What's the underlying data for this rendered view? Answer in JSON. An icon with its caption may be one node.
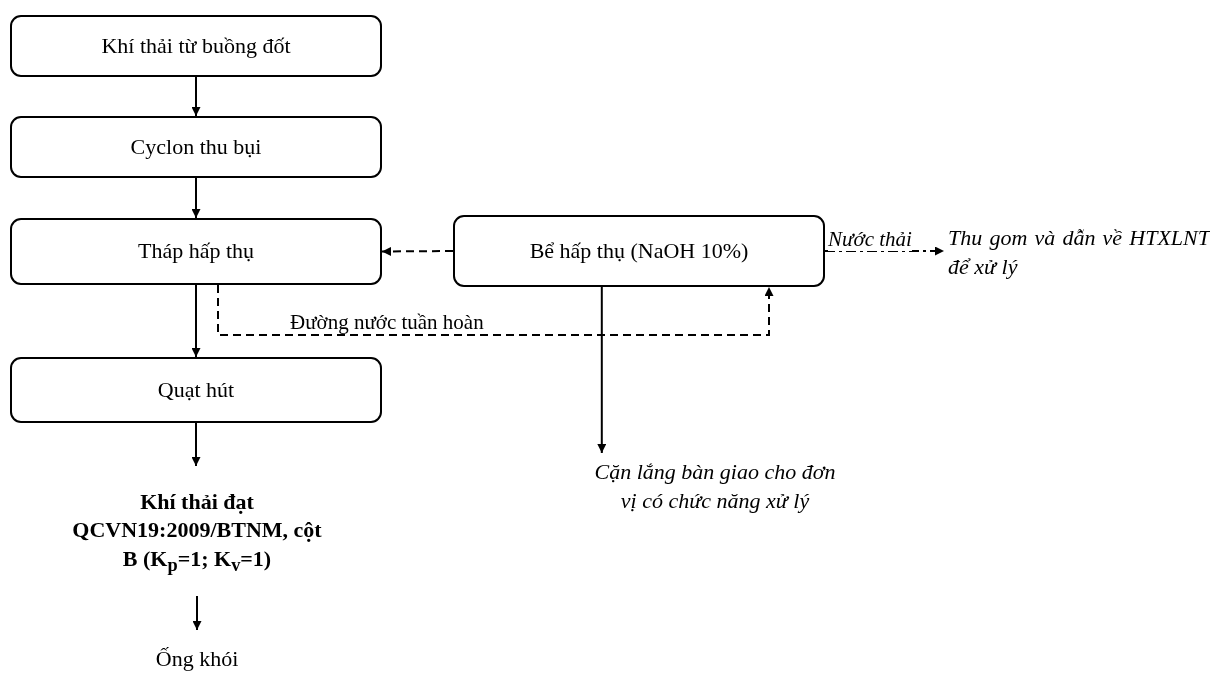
{
  "diagram": {
    "nodes": [
      {
        "text": [
          "Khí thải từ buồng đốt"
        ]
      },
      {
        "text": [
          "Cyclon thu bụi"
        ]
      },
      {
        "text": [
          "Tháp hấp thụ"
        ]
      },
      {
        "text": [
          "Quạt hút"
        ]
      },
      {
        "text": [
          "Bể hấp thụ (NaOH 10%)"
        ]
      },
      {
        "text": [
          "Cặn lắng bàn giao cho đơn vị có chức năng xử lý"
        ]
      },
      {
        "text": [
          "Thu gom và dẫn về HTXLNT để xử lý"
        ]
      },
      {
        "text": [
          "Khí thải đạt QCVN19:2009/BTNM, cột B (K$_{p}$=1; K$_{v}$=1)"
        ]
      },
      {
        "text": [
          "Ống khói"
        ]
      }
    ],
    "edges": [
      {
        "from": 0,
        "to": 1,
        "arrow": "to"
      },
      {
        "from": 1,
        "to": 2,
        "arrow": "to"
      },
      {
        "from": 2,
        "to": 3,
        "arrow": "to"
      },
      {
        "from": 4,
        "to": 2,
        "arrow": "to",
        "style": "dashed"
      },
      {
        "from": 2,
        "to": 4,
        "arrow": "to",
        "style": "dashed",
        "label": "Đường nước tuần hoàn"
      },
      {
        "from": 4,
        "to": 5,
        "arrow": "to"
      },
      {
        "from": 4,
        "to": 6,
        "arrow": "to",
        "style": "dashed",
        "label": "Nước thải"
      },
      {
        "from": 3,
        "to": 7,
        "arrow": "to"
      },
      {
        "from": 7,
        "to": 8,
        "arrow": "to"
      }
    ]
  }
}
